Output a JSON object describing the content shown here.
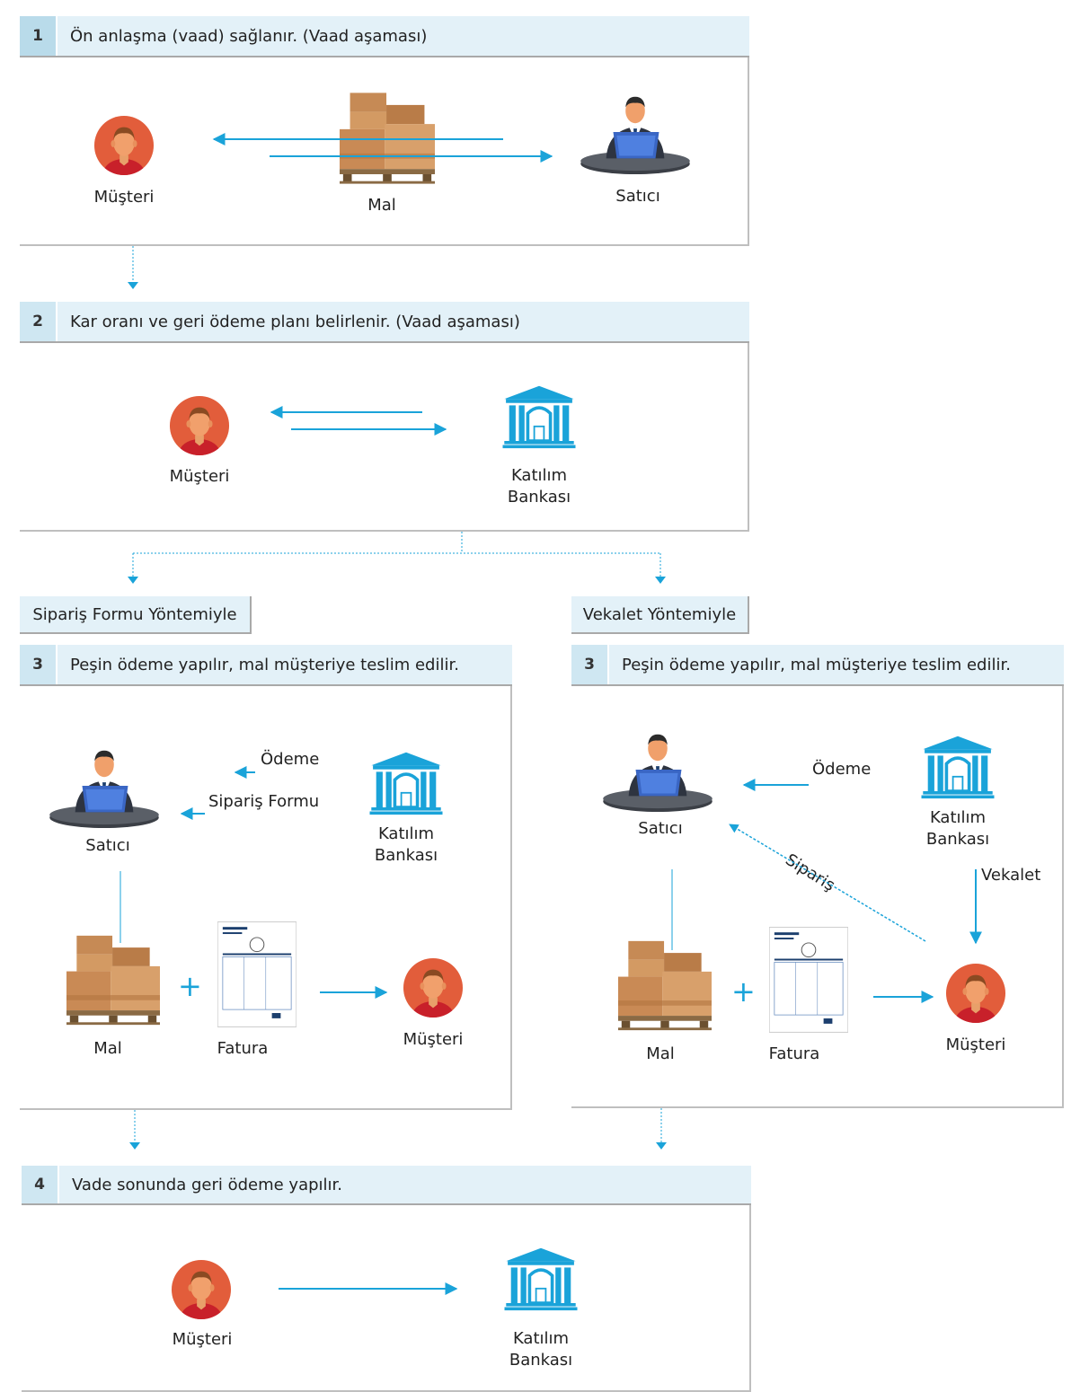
{
  "step1": {
    "number": "1",
    "title": "Ön anlaşma (vaad) sağlanır. (Vaad aşaması)",
    "customer": "Müşteri",
    "goods": "Mal",
    "seller": "Satıcı"
  },
  "step2": {
    "number": "2",
    "title": "Kar oranı ve geri ödeme planı belirlenir. (Vaad aşaması)",
    "customer": "Müşteri",
    "bank_line1": "Katılım",
    "bank_line2": "Bankası"
  },
  "method_left": "Sipariş Formu Yöntemiyle",
  "method_right": "Vekalet Yöntemiyle",
  "step3_left": {
    "number": "3",
    "title": "Peşin ödeme yapılır, mal müşteriye teslim edilir.",
    "payment": "Ödeme",
    "order_form": "Sipariş Formu",
    "seller": "Satıcı",
    "bank_line1": "Katılım",
    "bank_line2": "Bankası",
    "goods": "Mal",
    "invoice": "Fatura",
    "customer": "Müşteri"
  },
  "step3_right": {
    "number": "3",
    "title": "Peşin ödeme yapılır, mal müşteriye teslim edilir.",
    "payment": "Ödeme",
    "seller": "Satıcı",
    "bank_line1": "Katılım",
    "bank_line2": "Bankası",
    "order": "Sipariş",
    "proxy": "Vekalet",
    "goods": "Mal",
    "invoice": "Fatura",
    "customer": "Müşteri"
  },
  "step4": {
    "number": "4",
    "title": "Vade sonunda geri ödeme yapılır.",
    "customer": "Müşteri",
    "bank_line1": "Katılım",
    "bank_line2": "Bankası"
  },
  "icons": {
    "bank_text": "BANK",
    "invoice_text": "FATURA",
    "plus": "+"
  },
  "colors": {
    "accent": "#1aa3d9",
    "header_bg": "#e3f1f8",
    "number_bg": "#b9dbea",
    "face": "#e8844a",
    "shirt": "#c8202a",
    "box": "#c98a55"
  }
}
